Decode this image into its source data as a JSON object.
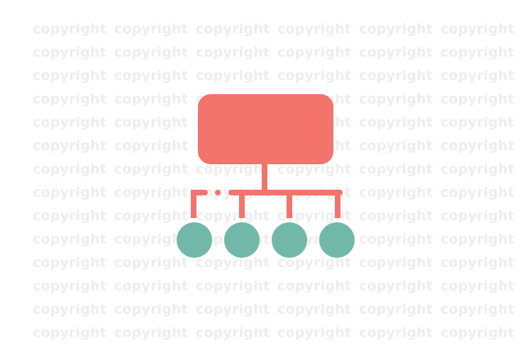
{
  "watermark": {
    "text": "copyright",
    "rows": 14,
    "cols": 6
  },
  "icon": {
    "name": "hierarchy-org-chart-icon",
    "colors": {
      "parent": "#f2746c",
      "connector": "#f2746c",
      "children": "#72b8aa"
    },
    "child_count": 4
  }
}
